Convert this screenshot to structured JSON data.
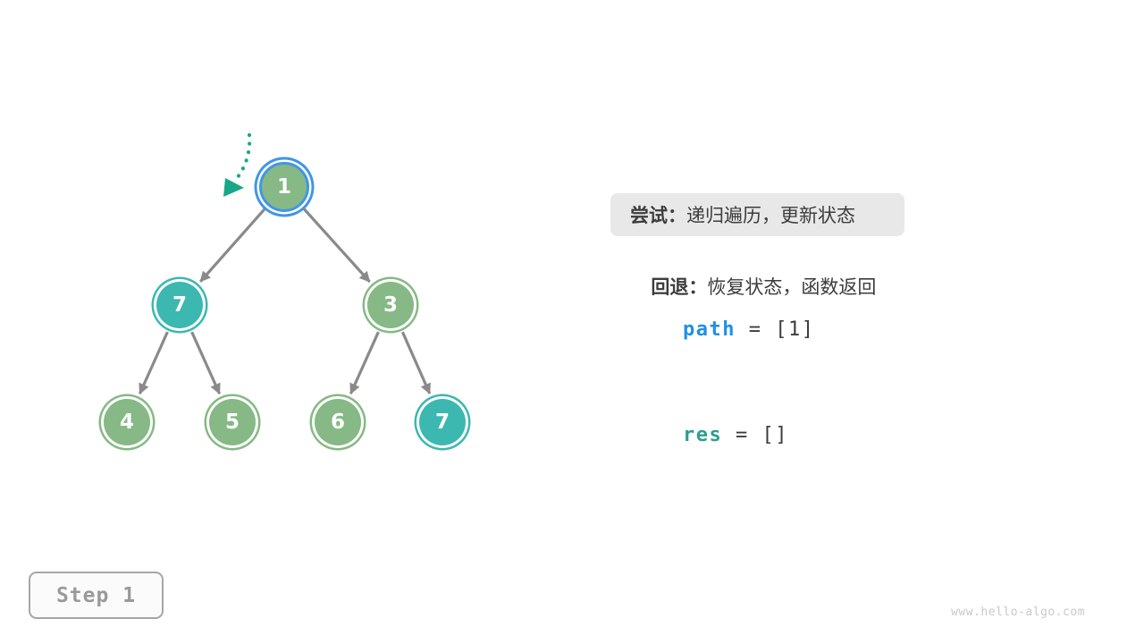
{
  "diagram": {
    "description": "binary tree backtracking preorder traversal step",
    "nodes": [
      {
        "id": "node-1",
        "label": "1",
        "state": "current",
        "color": "green"
      },
      {
        "id": "node-7-left",
        "label": "7",
        "state": "normal",
        "color": "teal"
      },
      {
        "id": "node-3",
        "label": "3",
        "state": "normal",
        "color": "green"
      },
      {
        "id": "node-4",
        "label": "4",
        "state": "normal",
        "color": "green"
      },
      {
        "id": "node-5",
        "label": "5",
        "state": "normal",
        "color": "green"
      },
      {
        "id": "node-6",
        "label": "6",
        "state": "normal",
        "color": "green"
      },
      {
        "id": "node-7-right",
        "label": "7",
        "state": "normal",
        "color": "teal"
      }
    ],
    "edges": [
      [
        "node-1",
        "node-7-left"
      ],
      [
        "node-1",
        "node-3"
      ],
      [
        "node-7-left",
        "node-4"
      ],
      [
        "node-7-left",
        "node-5"
      ],
      [
        "node-3",
        "node-6"
      ],
      [
        "node-3",
        "node-7-right"
      ]
    ],
    "pointer": {
      "target": "node-1",
      "style": "dotted-arrow"
    }
  },
  "panel": {
    "try_label": "尝试：",
    "try_text": "递归遍历，更新状态",
    "backtrack_label": "回退：",
    "backtrack_text": "恢复状态，函数返回",
    "path_var": "path",
    "path_value": " = [1]",
    "res_var": "res",
    "res_value": " = []"
  },
  "footer": {
    "step_label": "Step 1",
    "watermark": "www.hello-algo.com"
  },
  "colors": {
    "node_green": "#86b985",
    "node_teal": "#3cb8b0",
    "highlight_blue": "#4296e5",
    "pointer_teal": "#16a888",
    "edge_gray": "#8a8a8a",
    "path_blue": "#2190e4",
    "res_teal": "#2e9d90",
    "panel_box_bg": "#e8e8e8",
    "text_dark": "#3c3c3c",
    "step_gray": "#9a9a9a",
    "watermark_gray": "#c9c9c9"
  }
}
